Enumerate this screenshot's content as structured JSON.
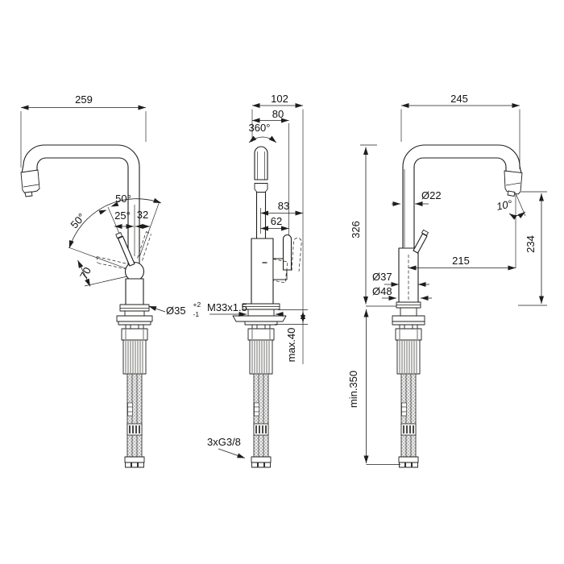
{
  "drawing": {
    "background": "#ffffff",
    "line_color": "#1d1d1b",
    "views": {
      "left": {
        "width": "259",
        "swing_upper": "50°",
        "swing_left": "50°",
        "handle_angle": "25°",
        "handle_offset": "32",
        "handle_length": "70",
        "base_diameter": "Ø35",
        "base_tolerance_plus": "+2",
        "base_tolerance_minus": "-1"
      },
      "middle": {
        "depth": "102",
        "body_depth": "80",
        "swivel_angle": "360°",
        "outlet_reach": "83",
        "handle_reach": "62",
        "mounting_thread": "M33x1.5",
        "max_deck_thickness": "max.40",
        "hose_connection": "3xG3/8"
      },
      "right": {
        "width": "245",
        "spout_diameter": "Ø22",
        "outlet_angle": "10°",
        "spout_height": "326",
        "projection": "215",
        "body_diameter": "Ø37",
        "base_diameter": "Ø48",
        "outlet_height": "234",
        "min_hose_length": "min.350"
      }
    }
  }
}
